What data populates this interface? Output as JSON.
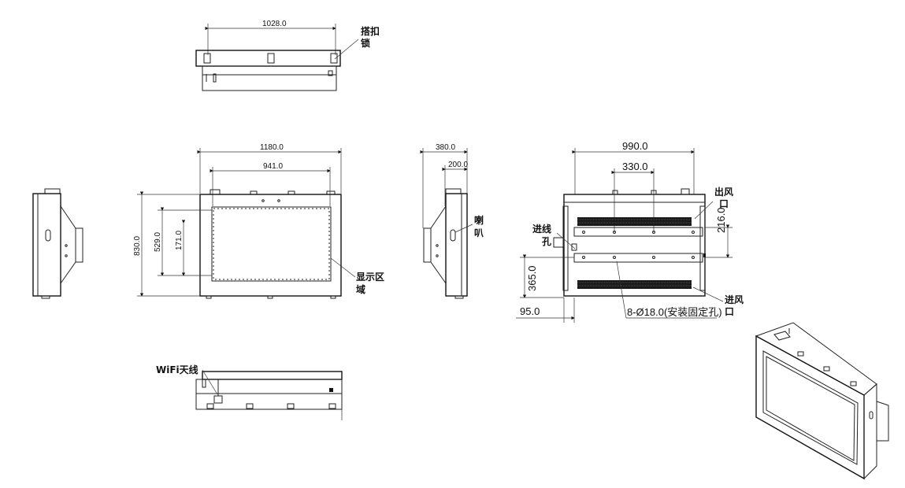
{
  "top_view": {
    "width_dim": "1028.0",
    "latch_label_1": "搭扣",
    "latch_label_2": "锁"
  },
  "front_view": {
    "width_dim": "1180.0",
    "display_width_dim": "941.0",
    "height_dim": "830.0",
    "display_height_dim": "529.0",
    "inner_dim": "171.0",
    "display_label_1": "显示区",
    "display_label_2": "域"
  },
  "side_view": {
    "depth_dim": "380.0",
    "bracket_dim": "200.0",
    "speaker_label_1": "喇",
    "speaker_label_2": "叭"
  },
  "rear_view": {
    "width_dim": "990.0",
    "hole_spacing_dim": "330.0",
    "vent_offset_dim": "216.0",
    "mount_height_dim": "365.0",
    "edge_offset_dim": "95.0",
    "mount_holes_label": "8-Ø18.0(安装固定孔)",
    "exhaust_label_1": "出风",
    "exhaust_label_2": "口",
    "cable_hole_label_1": "进线",
    "cable_hole_label_2": "孔",
    "intake_label_1": "进风",
    "intake_label_2": "口"
  },
  "bottom_view": {
    "wifi_label": "WiFi天线"
  }
}
